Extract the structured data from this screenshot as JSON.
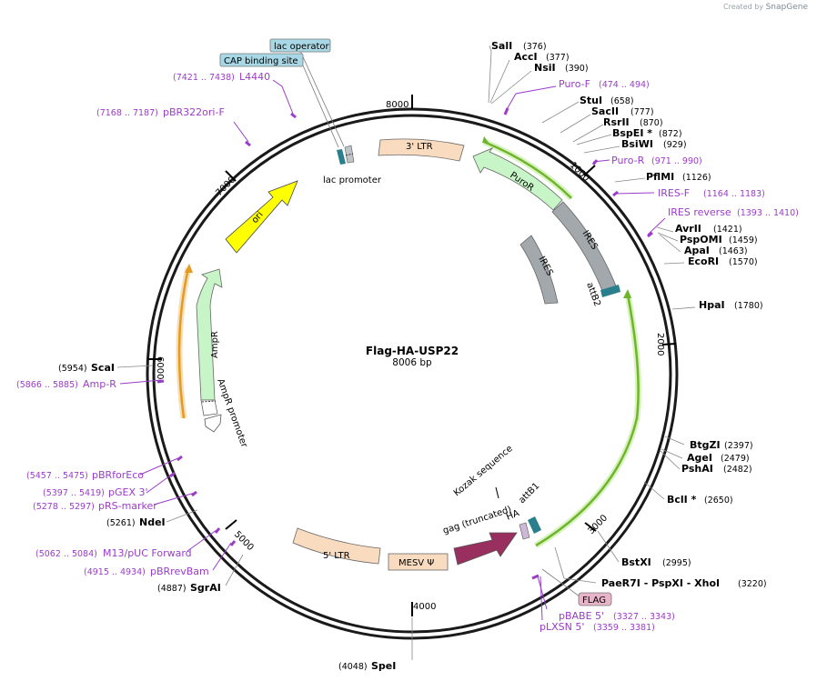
{
  "branding": {
    "prefix": "Created by",
    "name": "SnapGene"
  },
  "plasmid": {
    "name": "Flag-HA-USP22",
    "length": "8006 bp"
  },
  "ticks": [
    "1000",
    "2000",
    "3000",
    "4000",
    "5000",
    "6000",
    "7000",
    "8000"
  ],
  "enzymes": [
    {
      "name": "SalI",
      "pos": "(376)"
    },
    {
      "name": "AccI",
      "pos": "(377)"
    },
    {
      "name": "NsiI",
      "pos": "(390)"
    },
    {
      "name": "StuI",
      "pos": "(658)"
    },
    {
      "name": "SacII",
      "pos": "(777)"
    },
    {
      "name": "RsrII",
      "pos": "(870)"
    },
    {
      "name": "BspEI *",
      "pos": "(872)"
    },
    {
      "name": "BsiWI",
      "pos": "(929)"
    },
    {
      "name": "PflMI",
      "pos": "(1126)"
    },
    {
      "name": "AvrII",
      "pos": "(1421)"
    },
    {
      "name": "PspOMI",
      "pos": "(1459)"
    },
    {
      "name": "ApaI",
      "pos": "(1463)"
    },
    {
      "name": "EcoRI",
      "pos": "(1570)"
    },
    {
      "name": "HpaI",
      "pos": "(1780)"
    },
    {
      "name": "BtgZI",
      "pos": "(2397)"
    },
    {
      "name": "AgeI",
      "pos": "(2479)"
    },
    {
      "name": "PshAI",
      "pos": "(2482)"
    },
    {
      "name": "BclI *",
      "pos": "(2650)"
    },
    {
      "name": "BstXI",
      "pos": "(2995)"
    },
    {
      "name": "PaeR7I - PspXI - XhoI",
      "pos": "(3220)"
    },
    {
      "name": "SpeI",
      "pos": "(4048)"
    },
    {
      "name": "SgrAI",
      "pos": "(4887)"
    },
    {
      "name": "NdeI",
      "pos": "(5261)"
    },
    {
      "name": "ScaI",
      "pos": "(5954)"
    }
  ],
  "primers": [
    {
      "name": "Puro-F",
      "range": "(474 .. 494)"
    },
    {
      "name": "Puro-R",
      "range": "(971 .. 990)"
    },
    {
      "name": "IRES-F",
      "range": "(1164 .. 1183)"
    },
    {
      "name": "IRES reverse",
      "range": "(1393 .. 1410)"
    },
    {
      "name": "pBABE 5'",
      "range": "(3327 .. 3343)"
    },
    {
      "name": "pLXSN 5'",
      "range": "(3359 .. 3381)"
    },
    {
      "name": "pBRrevBam",
      "range": "(4915 .. 4934)"
    },
    {
      "name": "M13/pUC Forward",
      "range": "(5062 .. 5084)"
    },
    {
      "name": "pRS-marker",
      "range": "(5278 .. 5297)"
    },
    {
      "name": "pGEX 3'",
      "range": "(5397 .. 5419)"
    },
    {
      "name": "pBRforEco",
      "range": "(5457 .. 5475)"
    },
    {
      "name": "Amp-R",
      "range": "(5866 .. 5885)"
    },
    {
      "name": "pBR322ori-F",
      "range": "(7168 .. 7187)"
    },
    {
      "name": "L4440",
      "range": "(7421 .. 7438)"
    }
  ],
  "features": {
    "ltr3": "3' LTR",
    "puror": "PuroR",
    "ires_outer": "IRES",
    "ires_inner": "IRES",
    "attb2": "attB2",
    "ori": "ori",
    "ampr": "AmpR",
    "ampr_promoter": "AmpR promoter",
    "lac_promoter": "lac promoter",
    "ltr5": "5' LTR",
    "mesv": "MESV Ψ",
    "gag": "gag (truncated)",
    "ha": "HA",
    "attb1": "attB1",
    "kozak": "Kozak sequence",
    "flag": "FLAG",
    "lac_operator": "lac operator",
    "cap_site": "CAP binding site"
  },
  "colors": {
    "backbone": "#1a1a1a",
    "enzyme_text": "#000000",
    "primer": "#9b3cc9",
    "ltr": "#f9dcc0",
    "puror": "#c8f5c8",
    "ires": "#a3a8ad",
    "ori": "#ffff00",
    "ampr": "#c8f5c8",
    "gag": "#992f5f",
    "flag": "#e8b4c8",
    "lac_box": "#a8d8e6",
    "orf_green": "#6fb52a",
    "orf_orange": "#e59a26",
    "att": "#2a7f8c"
  }
}
